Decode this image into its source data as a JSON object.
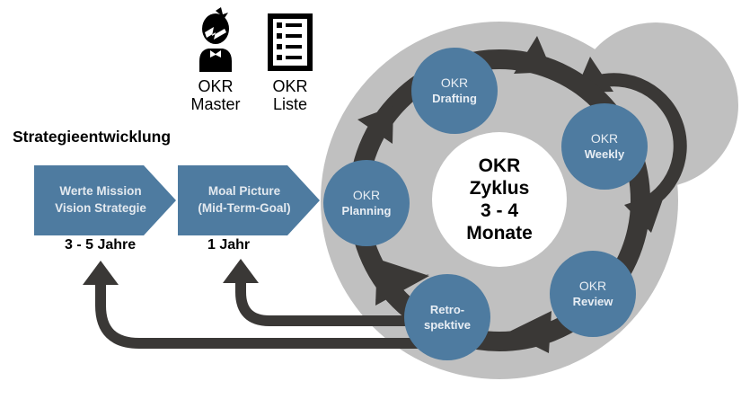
{
  "colors": {
    "node_fill": "#4e7ba0",
    "arrow_dark": "#3a3836",
    "ring_gray": "#c0c0c0",
    "inner_white": "#ffffff",
    "node_text": "#e8eef4"
  },
  "icons": [
    {
      "name": "okr-master-icon",
      "label_line1": "OKR",
      "label_line2": "Master"
    },
    {
      "name": "okr-list-icon",
      "label_line1": "OKR",
      "label_line2": "Liste"
    }
  ],
  "strategy": {
    "title": "Strategieentwicklung",
    "steps": [
      {
        "line1": "Werte Mission",
        "line2": "Vision Strategie",
        "duration": "3 - 5 Jahre"
      },
      {
        "line1": "Moal Picture",
        "line2": "(Mid-Term-Goal)",
        "duration": "1 Jahr"
      }
    ]
  },
  "cycle": {
    "center": {
      "line1": "OKR",
      "line2": "Zyklus",
      "line3": "3 - 4",
      "line4": "Monate"
    },
    "nodes": [
      {
        "id": "drafting",
        "line1": "OKR",
        "line2": "Drafting"
      },
      {
        "id": "weekly",
        "line1": "OKR",
        "line2": "Weekly"
      },
      {
        "id": "review",
        "line1": "OKR",
        "line2": "Review"
      },
      {
        "id": "retrospektive",
        "line1": "Retro-",
        "line2": "spektive"
      },
      {
        "id": "planning",
        "line1": "OKR",
        "line2": "Planning"
      }
    ],
    "order": [
      "planning",
      "drafting",
      "weekly",
      "review",
      "retrospektive",
      "planning"
    ],
    "weekly_loop": true,
    "feedback": [
      {
        "from": "retrospektive",
        "to": "1 Jahr"
      },
      {
        "from": "retrospektive",
        "to": "3 - 5 Jahre"
      }
    ]
  }
}
